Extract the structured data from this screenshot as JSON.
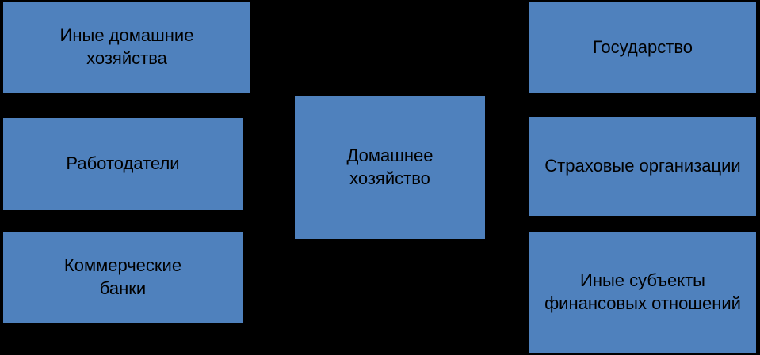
{
  "diagram": {
    "center": {
      "label": "Домашнее\nхозяйство"
    },
    "left": [
      {
        "label": "Иные домашние\nхозяйства"
      },
      {
        "label": "Работодатели"
      },
      {
        "label": "Коммерческие\nбанки"
      }
    ],
    "right": [
      {
        "label": "Государство"
      },
      {
        "label": "Страховые организации"
      },
      {
        "label": "Иные субъекты\nфинансовых отношений"
      }
    ],
    "colors": {
      "background": "#000000",
      "box_fill": "#4f81bd",
      "text": "#000000"
    }
  }
}
